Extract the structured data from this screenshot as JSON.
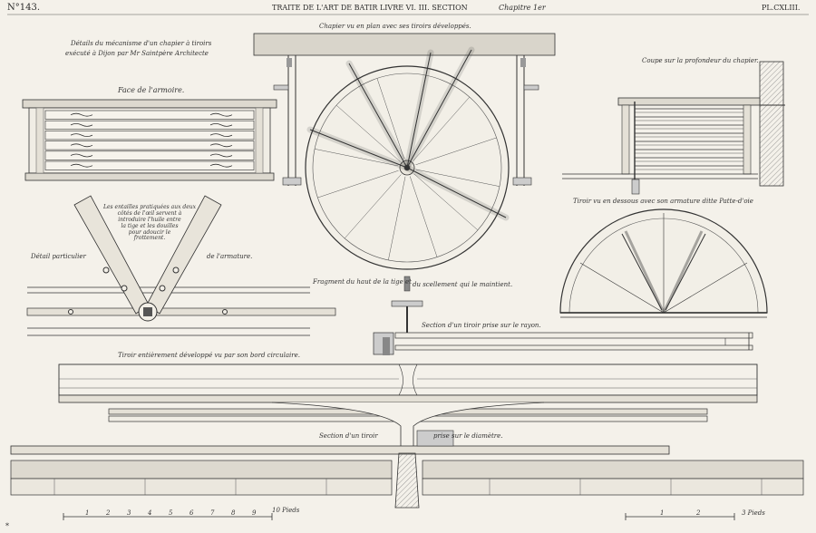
{
  "header": {
    "plate_number": "N°143.",
    "title": "TRAITE DE L'ART DE BATIR LIVRE VI. III. SECTION",
    "chapter": "Chapitre 1er",
    "plate_label": "PL.CXLIII."
  },
  "labels": {
    "detail_title_line1": "Détails du mécanisme d'un chapier à tiroirs",
    "detail_title_line2": "exécuté à Dijon par Mr Saintpère Architecte",
    "plan_view": "Chapier vu en plan avec ses tiroirs développés.",
    "section_depth": "Coupe sur la profondeur du chapier.",
    "armoire_face": "Face de l'armoire.",
    "drawer_below": "Tiroir vu en dessous avec son armature ditte Patte-d'oie",
    "detail_armature_a": "Détail particulier",
    "detail_armature_b": "de l'armature.",
    "fragment": "Fragment du haut de la tige et",
    "fragment_b": "du scellement qui le maintient.",
    "section_radius": "Section d'un tiroir prise sur le rayon.",
    "drawer_developed": "Tiroir entièrement développé vu par son bord circulaire.",
    "section_diameter_a": "Section d'un tiroir",
    "section_diameter_b": "prise sur le diamètre.",
    "note_lines": [
      "Les entailles pratiquées aux deux",
      "côtés de l'œil servent à",
      "introduire l'huile entre",
      "la tige et les douilles",
      "pour adoucir le",
      "frottement."
    ]
  },
  "scale_left": {
    "ticks": [
      "1",
      "2",
      "3",
      "4",
      "5",
      "6",
      "7",
      "8",
      "9"
    ],
    "unit": "10 Pieds"
  },
  "scale_right": {
    "ticks": [
      "1",
      "2"
    ],
    "unit": "3 Pieds"
  },
  "footer_mark": "*"
}
